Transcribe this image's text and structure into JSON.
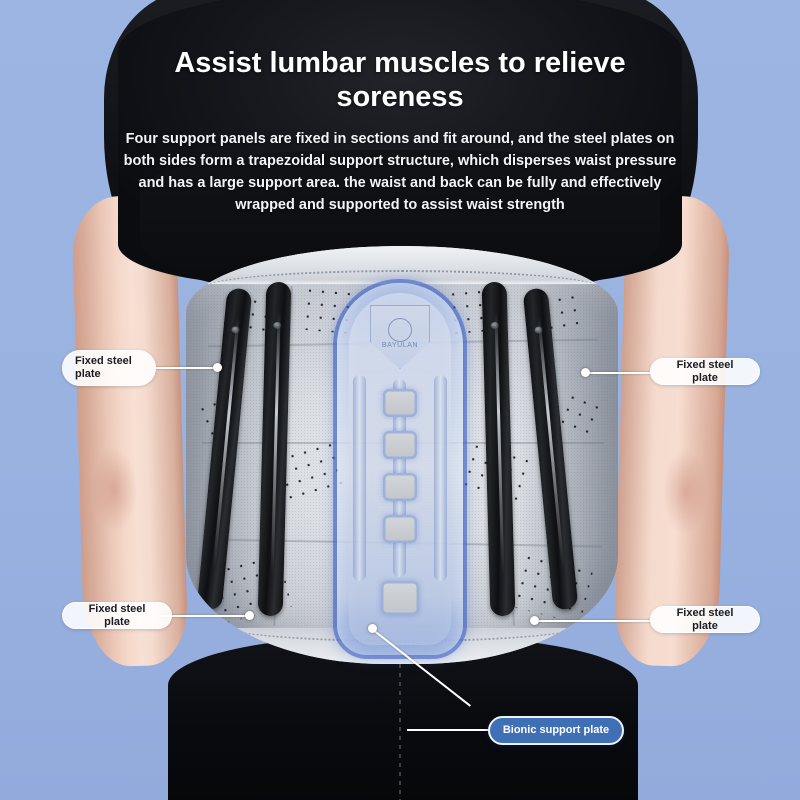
{
  "background_color": "#9cb4e2",
  "headline": "Assist lumbar muscles to relieve soreness",
  "paragraph": "Four support panels are fixed in sections and fit around, and the steel plates on both sides form a trapezoidal support structure, which disperses waist pressure and has a large support area. the waist and back can be fully and effectively wrapped and supported to assist waist strength",
  "callouts": [
    {
      "id": "top-left",
      "label": "Fixed steel plate",
      "style": "white"
    },
    {
      "id": "top-right",
      "label": "Fixed steel plate",
      "style": "white"
    },
    {
      "id": "bottom-left",
      "label": "Fixed steel plate",
      "style": "white"
    },
    {
      "id": "bottom-right",
      "label": "Fixed steel plate",
      "style": "white"
    },
    {
      "id": "bottom-center",
      "label": "Bionic support plate",
      "style": "blue"
    }
  ],
  "product": {
    "brand_mark": "BAYULAN",
    "accent_color": "#3f6fb5",
    "belt_color": "#dcdfe4",
    "stay_color": "#141619",
    "skin_color": "#f0cdbe",
    "garment_color": "#0b0c10"
  }
}
